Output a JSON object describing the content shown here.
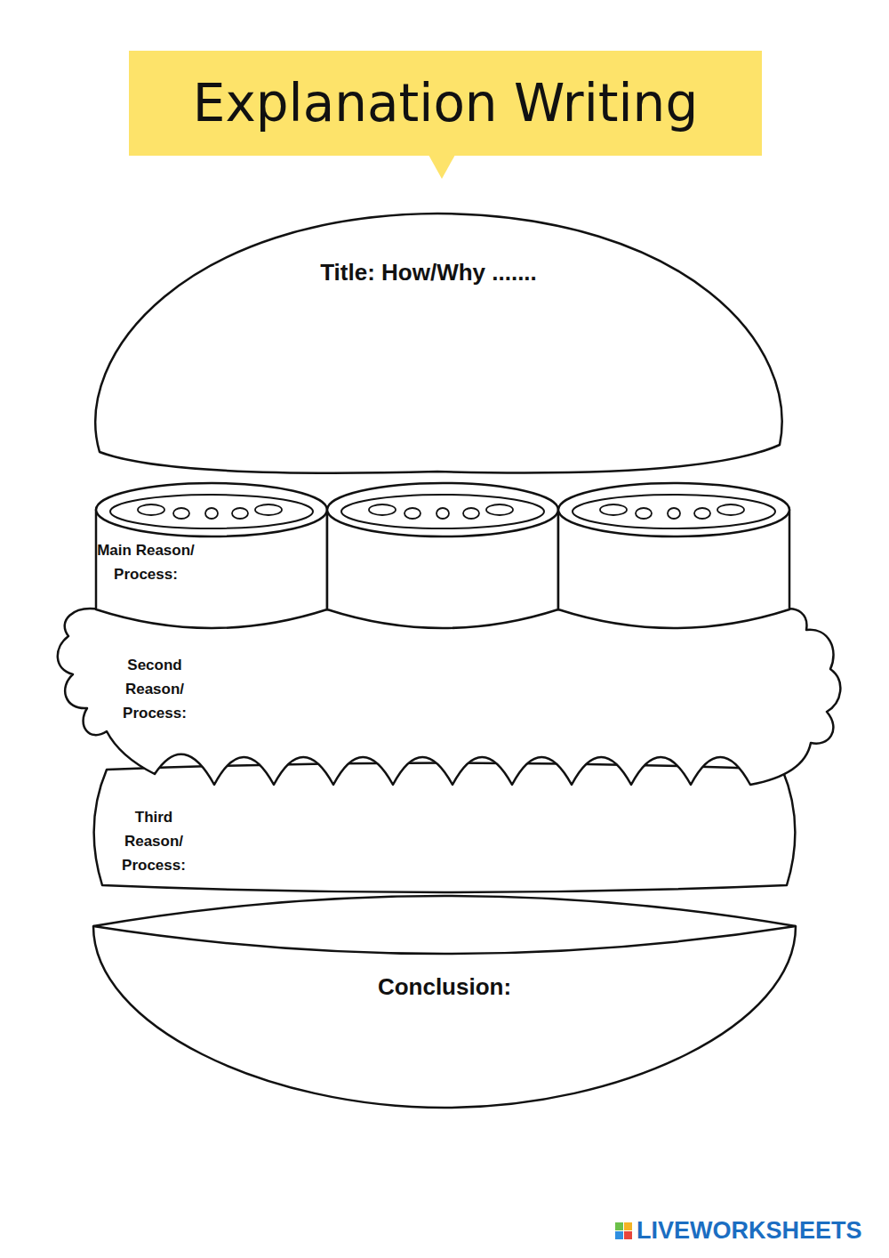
{
  "diagram": {
    "title": "Explanation Writing",
    "nodes": [
      {
        "text": [
          "Title: How/Why ......."
        ]
      },
      {
        "text": [
          "Main Reason/ Process:"
        ]
      },
      {
        "text": [
          "Second Reason/ Process:"
        ]
      },
      {
        "text": [
          "Third Reason/ Process:"
        ]
      },
      {
        "text": [
          "Conclusion:"
        ]
      }
    ],
    "labels": [
      "LIVEWORKSHEETS"
    ]
  }
}
